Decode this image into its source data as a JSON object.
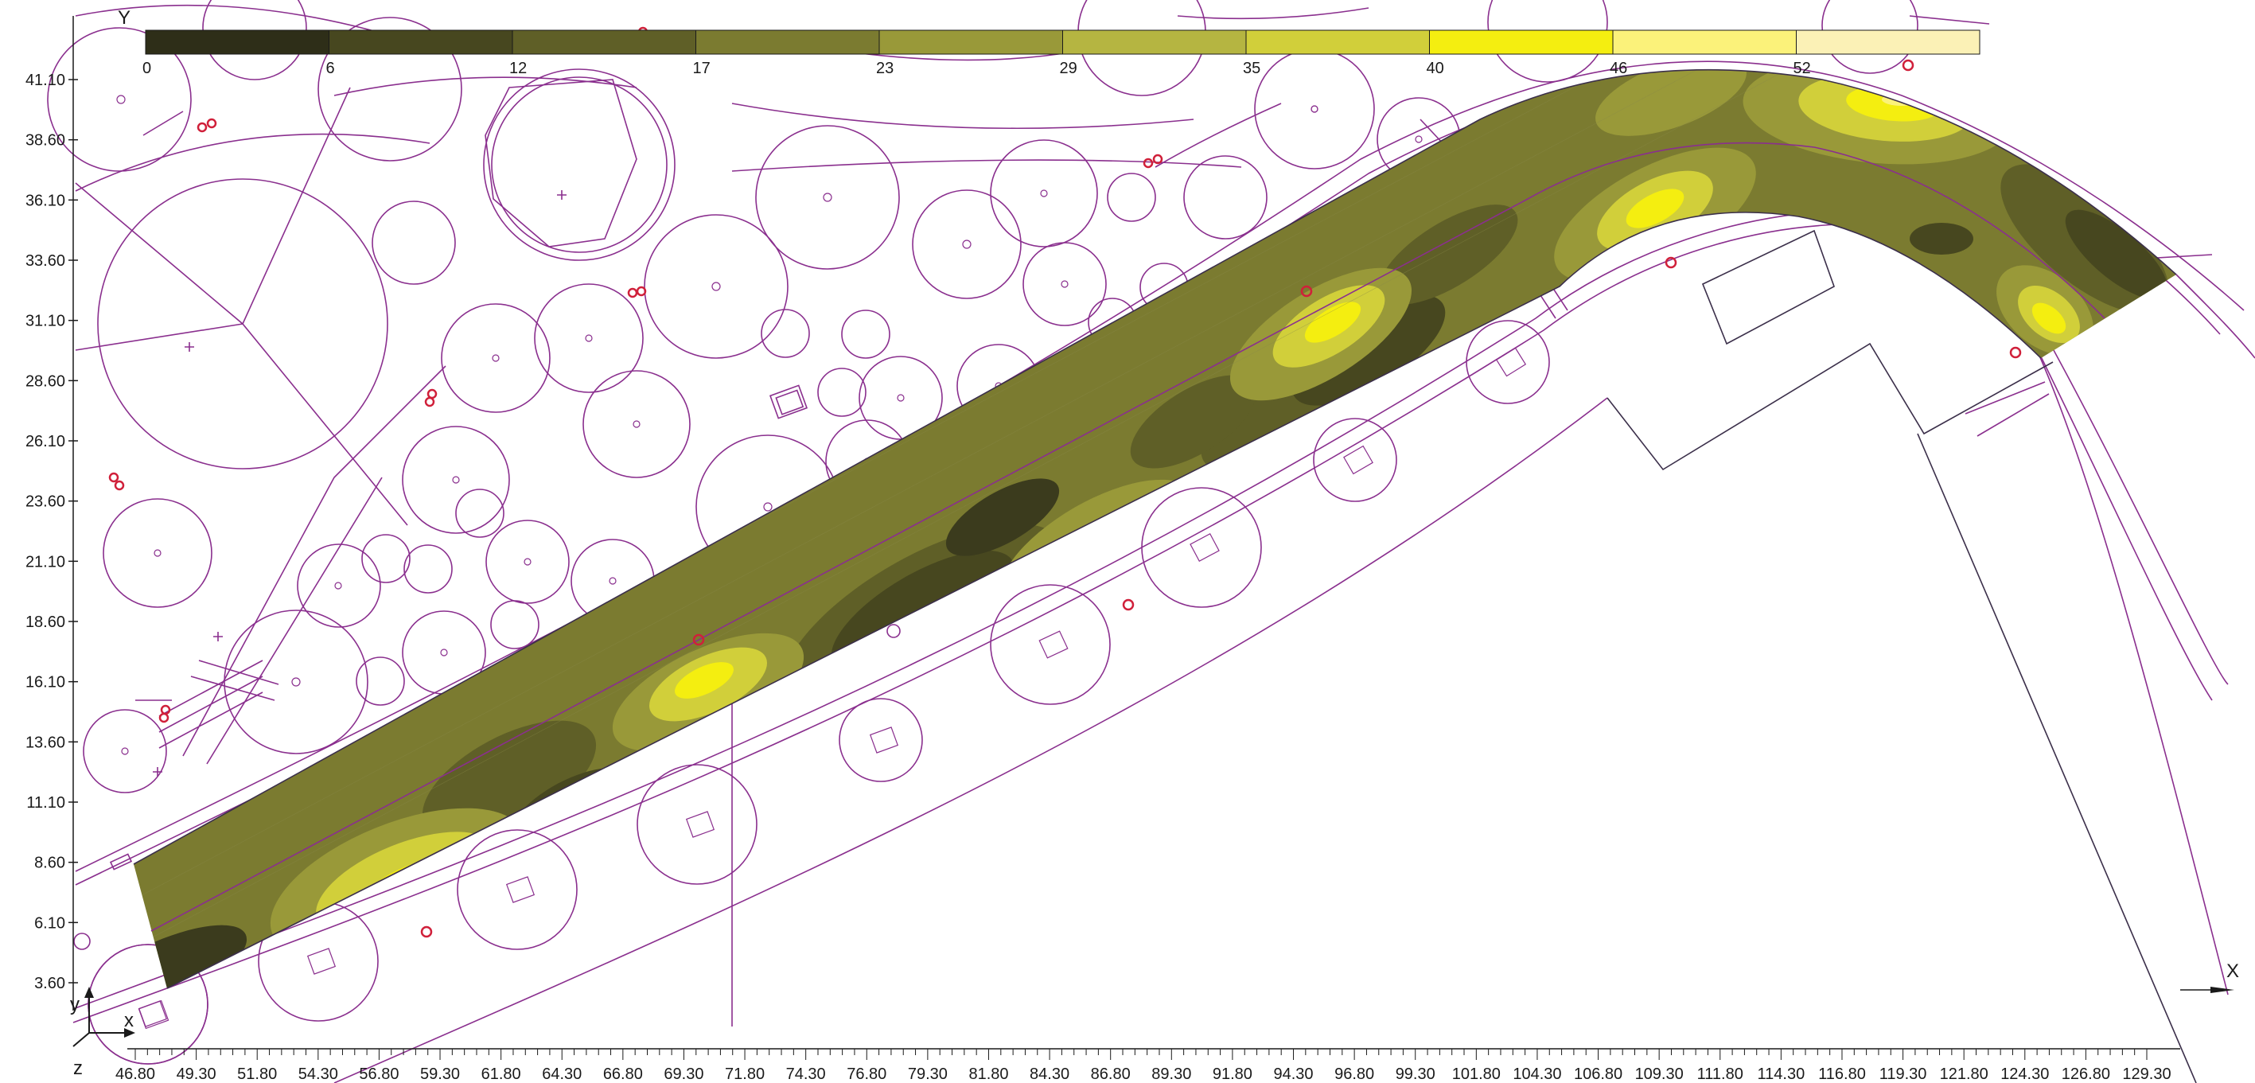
{
  "plot": {
    "y_axis_title": "Y",
    "x_axis_title": "X",
    "triad": {
      "x": "x",
      "y": "y",
      "z": "z"
    }
  },
  "color_scale": {
    "labels": [
      "0",
      "6",
      "12",
      "17",
      "23",
      "29",
      "35",
      "40",
      "46",
      "52"
    ],
    "colors": [
      "#2e2e18",
      "#47471f",
      "#5f5f27",
      "#7b7b30",
      "#999939",
      "#b5b541",
      "#d1cf3a",
      "#f4ee10",
      "#fbf27a",
      "#fbf1b6"
    ]
  },
  "axes": {
    "y_ticks": [
      "41.10",
      "38.60",
      "36.10",
      "33.60",
      "31.10",
      "28.60",
      "26.10",
      "23.60",
      "21.10",
      "18.60",
      "16.10",
      "13.60",
      "11.10",
      "8.60",
      "6.10",
      "3.60"
    ],
    "x_ticks": [
      "46.80",
      "49.30",
      "51.80",
      "54.30",
      "56.80",
      "59.30",
      "61.80",
      "64.30",
      "66.80",
      "69.30",
      "71.80",
      "74.30",
      "76.80",
      "79.30",
      "81.80",
      "84.30",
      "86.80",
      "89.30",
      "91.80",
      "94.30",
      "96.80",
      "99.30",
      "101.80",
      "104.30",
      "106.80",
      "109.30",
      "111.80",
      "114.30",
      "116.80",
      "119.30",
      "121.80",
      "124.30",
      "126.80",
      "129.30"
    ]
  },
  "colors": {
    "site_lines": "#8a2f8e",
    "markers": "#d0203a"
  }
}
